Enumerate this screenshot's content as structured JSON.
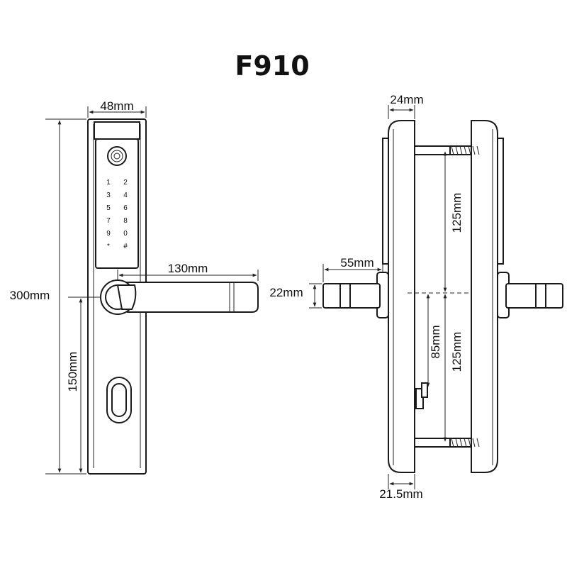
{
  "title": "F910",
  "front_view": {
    "width_label": "48mm",
    "height_label": "300mm",
    "handle_length_label": "130mm",
    "handle_height_label": "150mm",
    "keypad_keys": [
      "1",
      "2",
      "3",
      "4",
      "5",
      "6",
      "7",
      "8",
      "9",
      "0",
      "*",
      "#"
    ]
  },
  "side_view": {
    "top_depth_label": "24mm",
    "bottom_depth_label": "21.5mm",
    "handle_projection_label": "55mm",
    "handle_diameter_label": "22mm",
    "upper_screw_spacing_label": "125mm",
    "lower_screw_spacing_label": "125mm",
    "backset_label": "85mm"
  },
  "colors": {
    "line": "#1a1a1a",
    "background": "#ffffff"
  }
}
